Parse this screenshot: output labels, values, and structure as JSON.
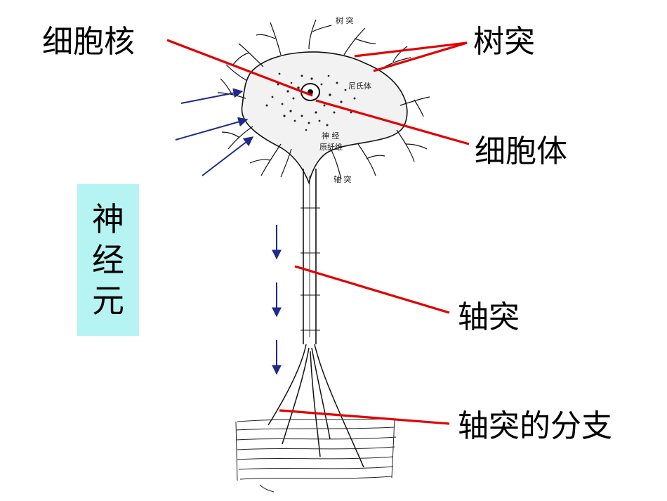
{
  "labels": {
    "nucleus": "细胞核",
    "dendrite": "树突",
    "cell_body": "细胞体",
    "axon": "轴突",
    "axon_branches": "轴突的分支"
  },
  "title_chars": [
    "神",
    "经",
    "元"
  ],
  "figure_text": {
    "top": "树 突",
    "nissl": "尼氏体",
    "neurofibril_1": "神 经",
    "neurofibril_2": "原纤维",
    "axon_small": "轴   突"
  },
  "colors": {
    "pointer_lines": "#e00000",
    "signal_arrows": "#1f2a8a",
    "title_box": "#b6f3f3"
  },
  "icons": [
    "signal-arrow-icon"
  ]
}
